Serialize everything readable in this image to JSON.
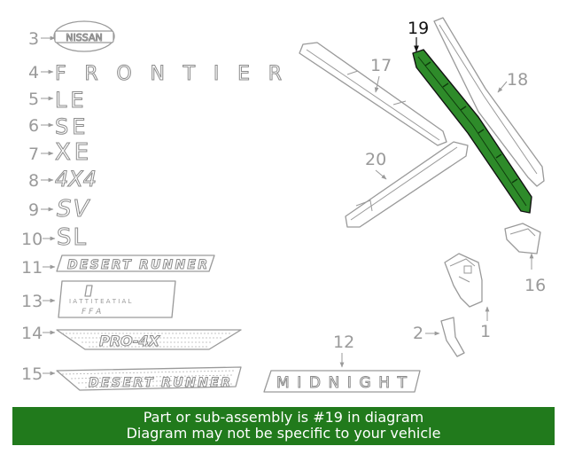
{
  "callouts": {
    "c1": "1",
    "c2": "2",
    "c3": "3",
    "c4": "4",
    "c5": "5",
    "c6": "6",
    "c7": "7",
    "c8": "8",
    "c9": "9",
    "c10": "10",
    "c11": "11",
    "c12": "12",
    "c13": "13",
    "c14": "14",
    "c15": "15",
    "c16": "16",
    "c17": "17",
    "c18": "18",
    "c19": "19",
    "c20": "20"
  },
  "emblems": {
    "nissan": "NISSAN",
    "frontier": "FRONTIER",
    "le": "LE",
    "se": "SE",
    "xe": "XE",
    "four_by_four": "4X4",
    "sv": "SV",
    "sl": "SL",
    "desert_runner": "DESERT RUNNER",
    "pro4x": "PRO-4X",
    "midnight": "MIDNIGHT"
  },
  "decal_13_text": {
    "line1": "I   A      T       T I T E  A T I  A L",
    "line2": "F F              A"
  },
  "highlight": {
    "part_number": "19",
    "color": "#217a1c"
  },
  "banner": {
    "line1": "Part or sub-assembly is #19 in diagram",
    "line2": "Diagram may not be specific to your vehicle"
  }
}
